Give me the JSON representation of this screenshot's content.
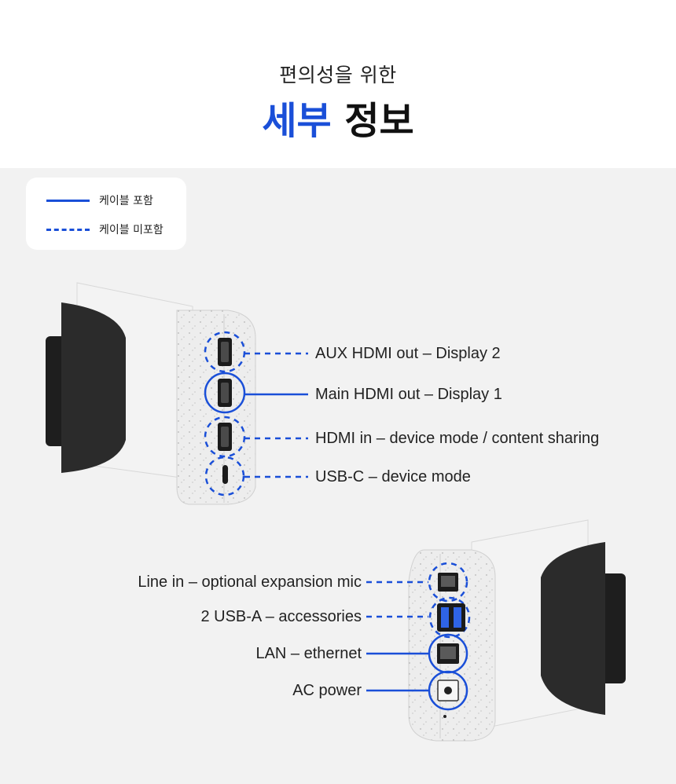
{
  "header": {
    "subtitle": "편의성을 위한",
    "title_accent": "세부",
    "title_rest": "정보"
  },
  "legend": {
    "included": "케이블 포함",
    "not_included": "케이블 미포함"
  },
  "top_device": {
    "ports": [
      {
        "label": "AUX HDMI out – Display 2",
        "cable": "not_included"
      },
      {
        "label": "Main HDMI out – Display 1",
        "cable": "included"
      },
      {
        "label": "HDMI in – device mode / content sharing",
        "cable": "not_included"
      },
      {
        "label": "USB-C – device mode",
        "cable": "not_included"
      }
    ]
  },
  "bottom_device": {
    "ports": [
      {
        "label": "Line in – optional expansion mic",
        "cable": "not_included"
      },
      {
        "label": "2 USB-A – accessories",
        "cable": "not_included"
      },
      {
        "label": "LAN – ethernet",
        "cable": "included"
      },
      {
        "label": "AC power",
        "cable": "included"
      }
    ]
  },
  "colors": {
    "accent": "#1a4fd8",
    "panel_bg": "#f2f2f2",
    "device_body": "#ececec",
    "hood": "#2a2a2a"
  }
}
